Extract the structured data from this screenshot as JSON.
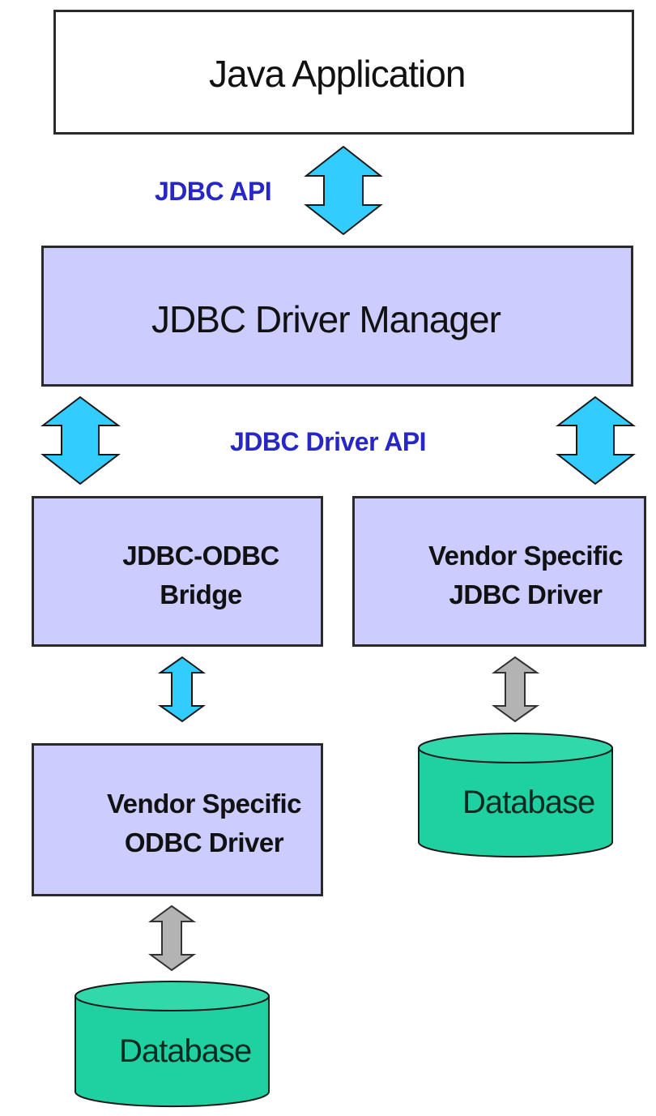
{
  "diagram": {
    "nodes": {
      "java_app": "Java Application",
      "driver_manager": "JDBC Driver Manager",
      "bridge": [
        "JDBC-ODBC",
        "Bridge"
      ],
      "vendor_jdbc": [
        "Vendor Specific",
        "JDBC Driver"
      ],
      "vendor_odbc": [
        "Vendor Specific",
        "ODBC Driver"
      ],
      "database_right": "Database",
      "database_left": "Database"
    },
    "edge_labels": {
      "jdbc_api": "JDBC API",
      "jdbc_driver_api": "JDBC Driver API"
    },
    "colors": {
      "box_fill": "#ccccff",
      "api_arrow": "#33ccff",
      "db_arrow": "#b3b3b3",
      "database_fill": "#1fd1a0",
      "api_text": "#2727c8"
    }
  }
}
